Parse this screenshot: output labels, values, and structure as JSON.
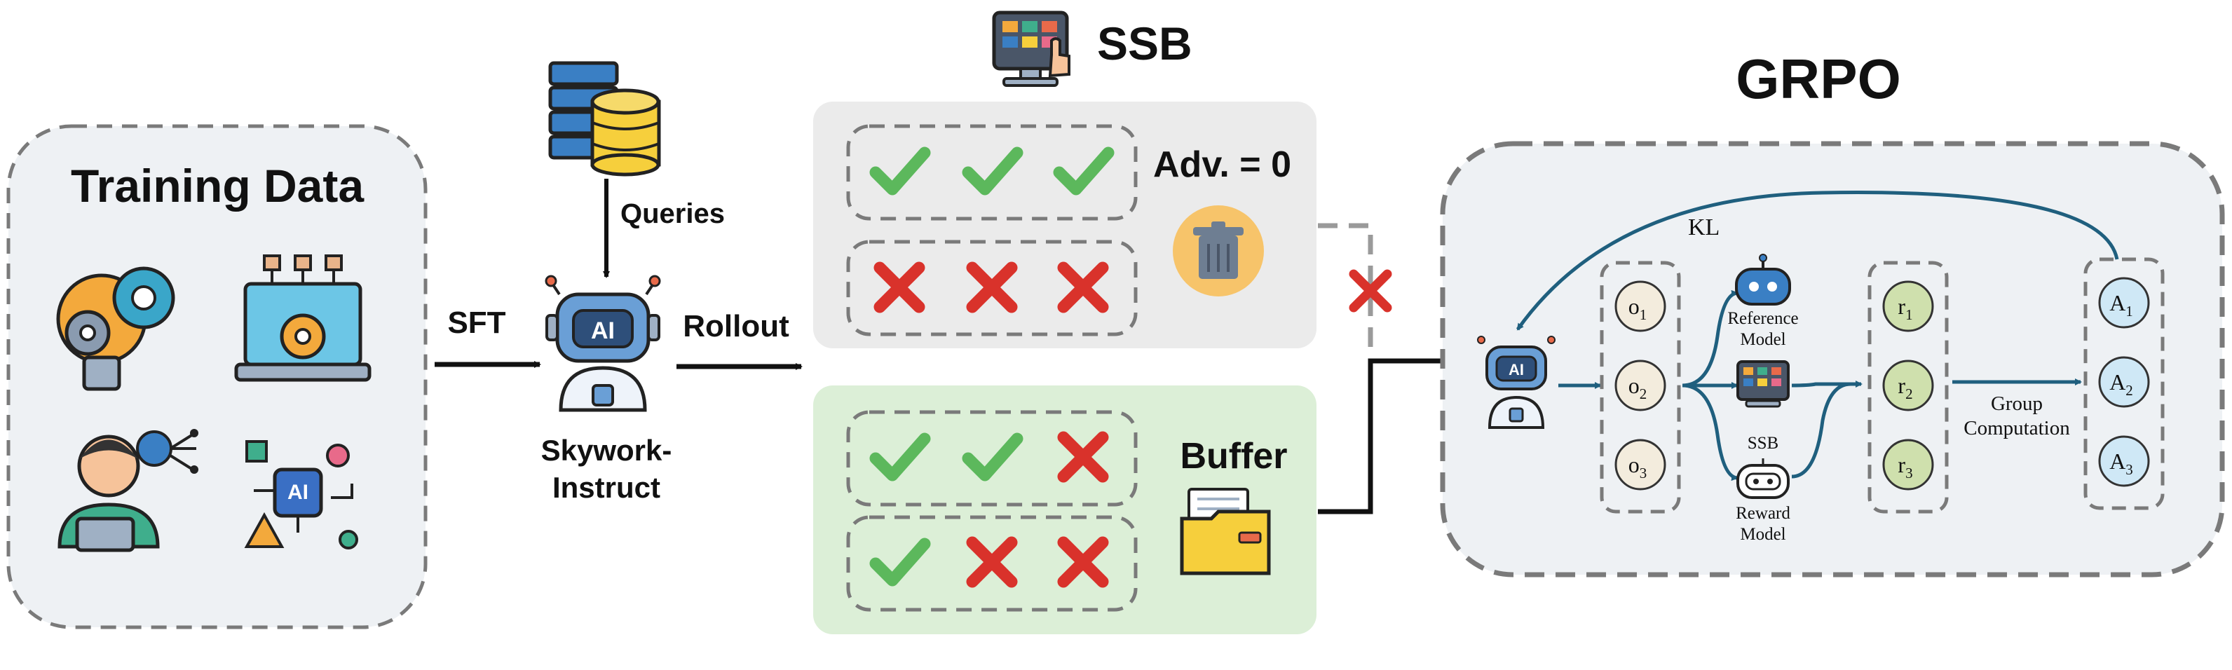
{
  "training": {
    "title": "Training Data"
  },
  "steps": {
    "sft": "SFT",
    "rollout": "Rollout",
    "queries": "Queries"
  },
  "model": {
    "line1": "Skywork-",
    "line2": "Instruct"
  },
  "ssb": {
    "title": "SSB",
    "adv": "Adv. = 0"
  },
  "buffer": {
    "label": "Buffer"
  },
  "rollout_groups": {
    "ssb_row1": [
      "check",
      "check",
      "check"
    ],
    "ssb_row2": [
      "cross",
      "cross",
      "cross"
    ],
    "buffer_row1": [
      "check",
      "check",
      "cross"
    ],
    "buffer_row2": [
      "check",
      "cross",
      "cross"
    ]
  },
  "grpo": {
    "title": "GRPO",
    "kl": "KL",
    "outputs": [
      {
        "base": "o",
        "sub": "1"
      },
      {
        "base": "o",
        "sub": "2"
      },
      {
        "base": "o",
        "sub": "3"
      }
    ],
    "rewards": [
      {
        "base": "r",
        "sub": "1"
      },
      {
        "base": "r",
        "sub": "2"
      },
      {
        "base": "r",
        "sub": "3"
      }
    ],
    "advantages": [
      {
        "base": "A",
        "sub": "1"
      },
      {
        "base": "A",
        "sub": "2"
      },
      {
        "base": "A",
        "sub": "3"
      }
    ],
    "ref_model": {
      "line1": "Reference",
      "line2": "Model"
    },
    "ssb_small": "SSB",
    "reward_model": {
      "line1": "Reward",
      "line2": "Model"
    },
    "group_comp": {
      "line1": "Group",
      "line2": "Computation"
    }
  },
  "colors": {
    "panel_gray": "#eef1f4",
    "ssb_box": "#ebebeb",
    "buffer_box": "#dcefd7",
    "check": "#5cb85c",
    "cross": "#d9322b",
    "arrow_blue": "#1f5f7e",
    "o_fill": "#f3ecdd",
    "r_fill": "#cfe0ad",
    "a_fill": "#cfe8f6"
  }
}
